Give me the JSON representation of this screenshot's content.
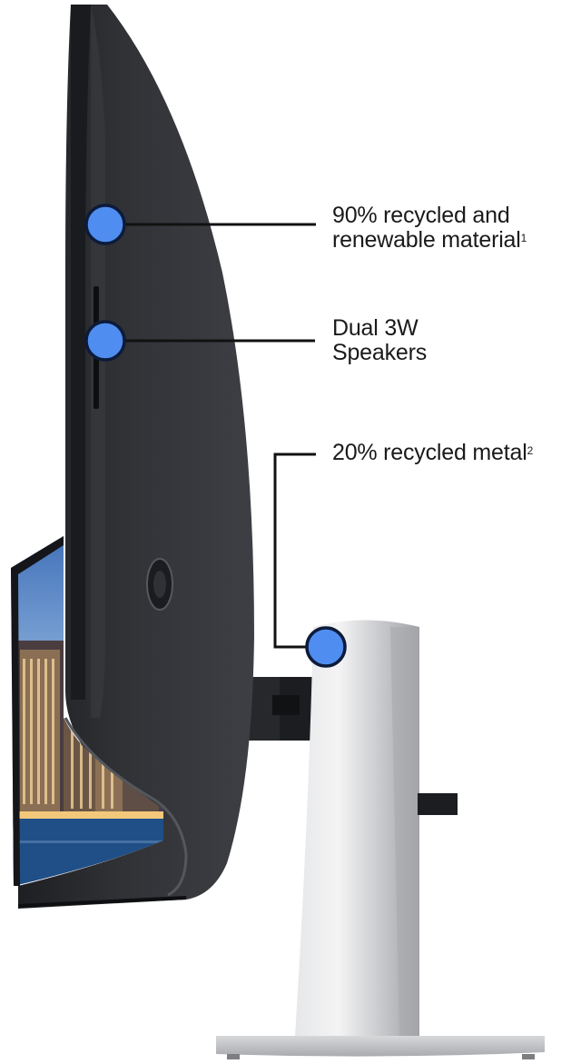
{
  "product": "Curved monitor side view",
  "colors": {
    "callout_dot": "#4f8df0",
    "callout_dot_outline": "#0d1b3a",
    "leader_line": "#111111",
    "bezel": "#2b2d30",
    "stand_silver": "#c9cacc"
  },
  "callouts": [
    {
      "line1": "90% recycled and",
      "line2": "renewable material",
      "sup": "1"
    },
    {
      "line1": "Dual 3W",
      "line2": "Speakers",
      "sup": ""
    },
    {
      "line1": "20% recycled metal",
      "line2": "",
      "sup": "2"
    }
  ]
}
